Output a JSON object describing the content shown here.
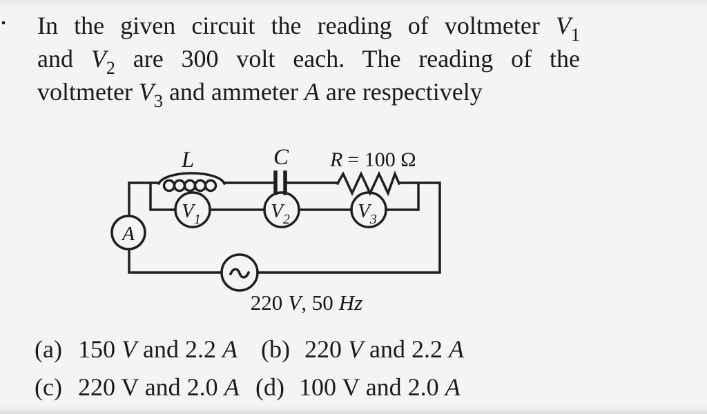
{
  "question": {
    "marker": ".",
    "line1": {
      "pre": "In the given circuit the reading of voltmeter ",
      "var": "V",
      "sub": "1"
    },
    "line2": {
      "pre": "and ",
      "var": "V",
      "sub": "2",
      "post": " are 300 volt each. The reading of the"
    },
    "line3": {
      "pre": "voltmeter ",
      "var": "V",
      "sub": "3",
      "mid": " and ammeter ",
      "avar": "A",
      "post": " are respectively"
    }
  },
  "circuit": {
    "inductor_label": "L",
    "capacitor_label": "C",
    "resistor_label_var": "R",
    "resistor_label_val": "= 100 Ω",
    "voltmeters": [
      {
        "var": "V",
        "sub": "1"
      },
      {
        "var": "V",
        "sub": "2"
      },
      {
        "var": "V",
        "sub": "3"
      }
    ],
    "ammeter_label": "A",
    "source_symbol": "~",
    "source_label": {
      "num": "220",
      "v": "V",
      "mid": ", 50",
      "hz": "Hz"
    }
  },
  "options": [
    {
      "label": "(a)",
      "pre": "150 ",
      "v": "V",
      "mid": " and 2.2 ",
      "amp": "A"
    },
    {
      "label": "(b)",
      "pre": "220 ",
      "v": "V",
      "mid": " and 2.2 ",
      "amp": "A"
    },
    {
      "label": "(c)",
      "pre": "220 V and 2.0 ",
      "amp": "A"
    },
    {
      "label": "(d)",
      "pre": "100 V and 2.0 ",
      "amp": "A"
    }
  ],
  "colors": {
    "ink": "#1a1a1a",
    "background": "#f4f4f2"
  }
}
